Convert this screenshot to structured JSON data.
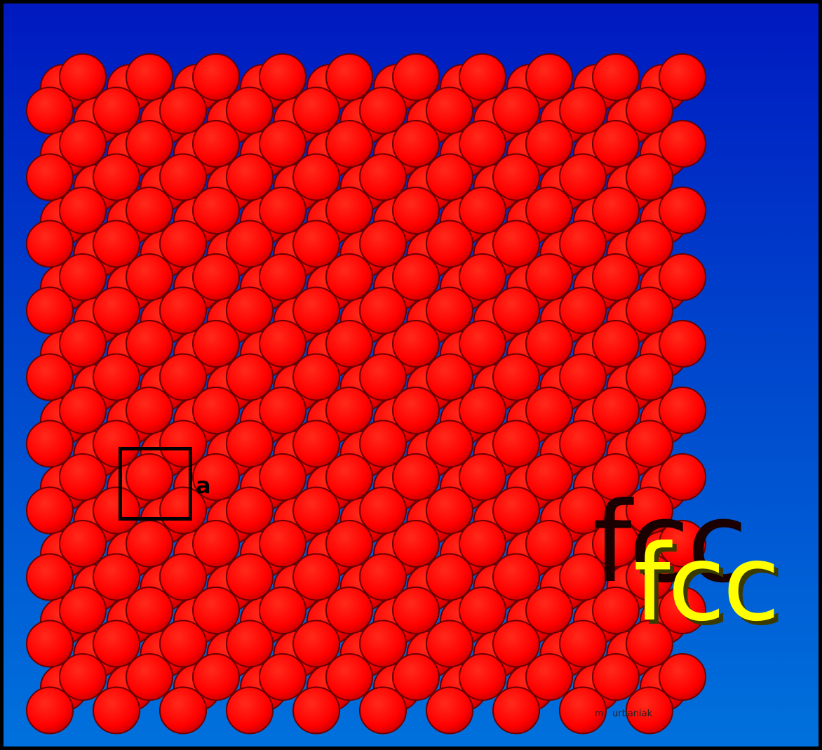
{
  "figure": {
    "lattice_type": "fcc",
    "title": "fcc",
    "cell_label": "a",
    "credit_first": "m",
    "credit_last": "urbaniak",
    "colors": {
      "background_top": "#0019c0",
      "background_bottom": "#0071dc",
      "atom": "#ff0000",
      "atom_edge": "#6a0000",
      "title": "#ffff00",
      "cell_outline": "#000000"
    }
  }
}
